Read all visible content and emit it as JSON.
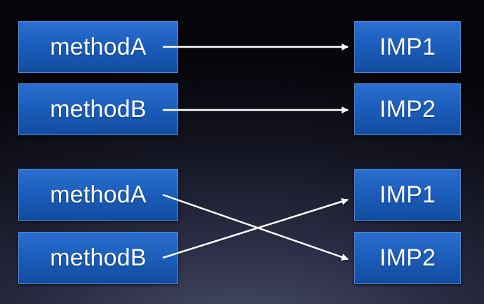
{
  "diagram": {
    "top_group": {
      "methods": [
        "methodA",
        "methodB"
      ],
      "imps": [
        "IMP1",
        "IMP2"
      ]
    },
    "bottom_group": {
      "methods": [
        "methodA",
        "methodB"
      ],
      "imps": [
        "IMP1",
        "IMP2"
      ]
    }
  }
}
